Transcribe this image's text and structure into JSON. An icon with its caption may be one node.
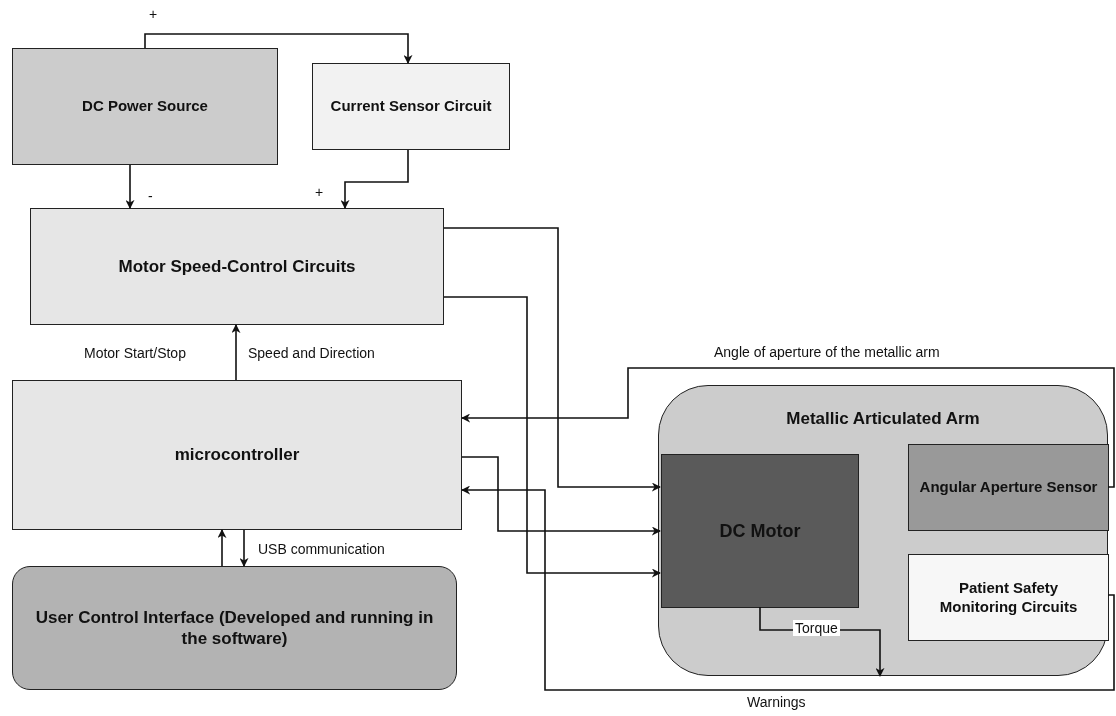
{
  "diagram": {
    "nodes": [
      {
        "text": [
          "DC Power Source"
        ]
      },
      {
        "text": [
          "Current Sensor Circuit"
        ]
      },
      {
        "text": [
          "Motor Speed-Control Circuits"
        ]
      },
      {
        "text": [
          "microcontroller"
        ]
      },
      {
        "text": [
          "User Control Interface (Developed and running in the software)"
        ]
      },
      {
        "text": [
          "Metallic Articulated Arm"
        ]
      },
      {
        "text": [
          "DC Motor"
        ],
        "in": 5
      },
      {
        "text": [
          "Angular Aperture Sensor"
        ],
        "in": 5
      },
      {
        "text": [
          "Patient Safety Monitoring Circuits"
        ],
        "in": 5
      }
    ],
    "edges": [
      {
        "from": 0,
        "to": 1,
        "label": "+",
        "arrow": "to"
      },
      {
        "from": 0,
        "to": 2,
        "label": "-",
        "arrow": "to"
      },
      {
        "from": 1,
        "to": 2,
        "label": "+",
        "arrow": "to"
      },
      {
        "from": 3,
        "to": 2,
        "label": "Motor Start/Stop",
        "arrow": "to"
      },
      {
        "from": 2,
        "to": 6,
        "arrow": "to"
      },
      {
        "from": 2,
        "to": 6,
        "arrow": "to"
      },
      {
        "from": 3,
        "to": 6,
        "arrow": "to"
      },
      {
        "from": 7,
        "to": 3,
        "label": "Angle of aperture of the metallic arm",
        "arrow": "to"
      },
      {
        "from": 8,
        "to": 3,
        "label": "Warnings",
        "arrow": "to"
      },
      {
        "from": 6,
        "to": 5,
        "label": "Torque",
        "arrow": "to"
      },
      {
        "from": 4,
        "to": 3,
        "arrow": "to"
      },
      {
        "from": 3,
        "to": 4,
        "label": "USB communication",
        "arrow": "to"
      }
    ],
    "labels": [
      "Speed and Direction"
    ]
  }
}
